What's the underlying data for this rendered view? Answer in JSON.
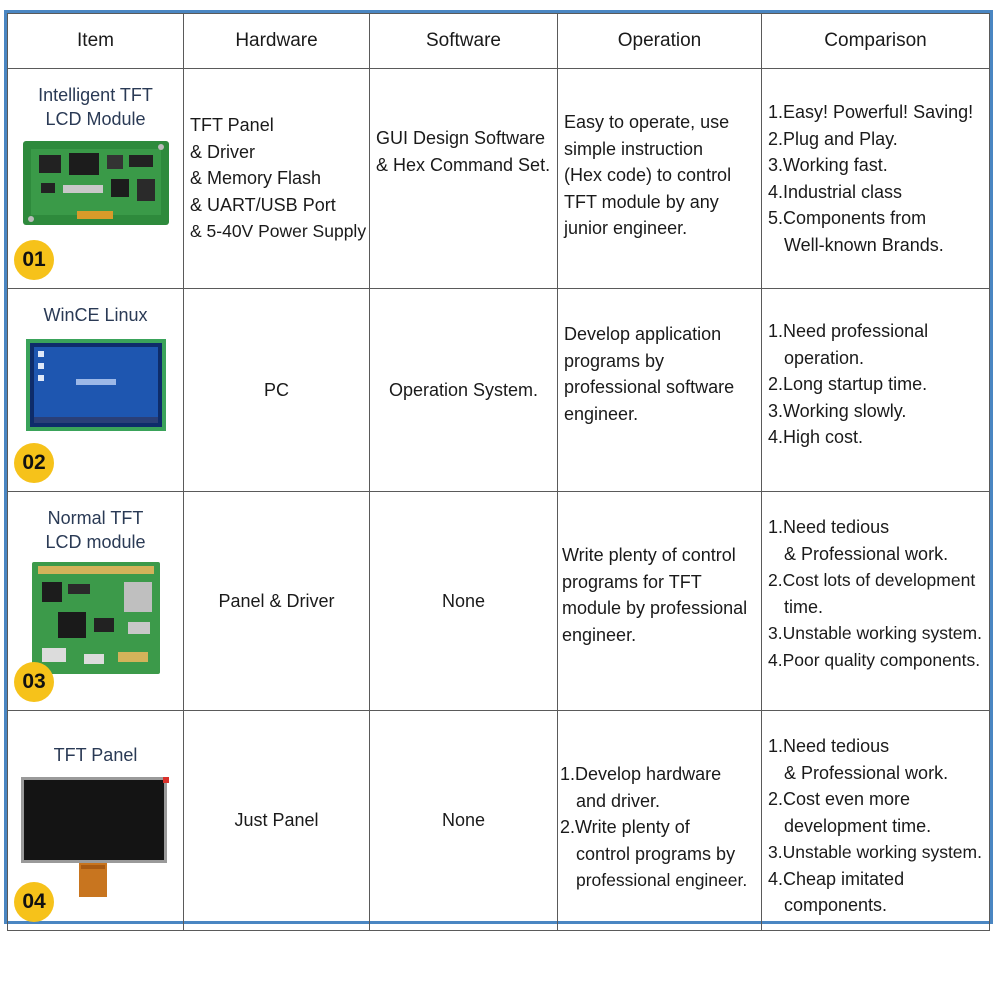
{
  "headers": [
    "Item",
    "Hardware",
    "Software",
    "Operation",
    "Comparison"
  ],
  "rows": [
    {
      "title": [
        "Intelligent TFT",
        "LCD Module"
      ],
      "badge": "01",
      "image": "green-circuit-board-module",
      "hardware": [
        "TFT Panel",
        "& Driver",
        "& Memory Flash",
        "& UART/USB Port",
        "& 5-40V Power Supply"
      ],
      "software": [
        "GUI Design Software",
        "& Hex Command Set."
      ],
      "operation": [
        "Easy to operate, use",
        "simple instruction",
        "(Hex code) to control",
        "TFT module by any",
        "junior engineer."
      ],
      "comparison": [
        "1.Easy! Powerful! Saving!",
        "2.Plug and Play.",
        "3.Working fast.",
        "4.Industrial class",
        "5.Components from",
        "Well-known Brands."
      ]
    },
    {
      "title": [
        "WinCE Linux"
      ],
      "badge": "02",
      "image": "blue-screen-display",
      "hardware": [
        "PC"
      ],
      "software": [
        "Operation System."
      ],
      "operation": [
        "Develop application",
        "programs by",
        "professional software",
        "engineer."
      ],
      "comparison": [
        "1.Need professional",
        "operation.",
        "2.Long startup time.",
        "3.Working slowly.",
        "4.High cost."
      ]
    },
    {
      "title": [
        "Normal TFT",
        "LCD module"
      ],
      "badge": "03",
      "image": "bare-controller-board",
      "hardware": [
        "Panel & Driver"
      ],
      "software": [
        "None"
      ],
      "operation": [
        "Write plenty of control",
        "programs for TFT",
        "module by professional",
        "engineer."
      ],
      "comparison": [
        "1.Need tedious",
        "& Professional work.",
        "2.Cost lots of development",
        "time.",
        "3.Unstable working system.",
        "4.Poor quality components."
      ]
    },
    {
      "title": [
        "TFT Panel"
      ],
      "badge": "04",
      "image": "black-tft-panel-with-flex-cable",
      "hardware": [
        "Just Panel"
      ],
      "software": [
        "None"
      ],
      "operation": [
        "1.Develop hardware",
        "and driver.",
        "2.Write plenty of",
        "control programs by",
        "professional engineer."
      ],
      "comparison": [
        "1.Need tedious",
        "& Professional work.",
        "2.Cost even more",
        "development time.",
        "3.Unstable working system.",
        "4.Cheap imitated",
        "components."
      ]
    }
  ],
  "colors": {
    "frame": "#4a86c2",
    "badge": "#f6c21a",
    "board": "#2e8a3c",
    "screen": "#1e56b0"
  }
}
